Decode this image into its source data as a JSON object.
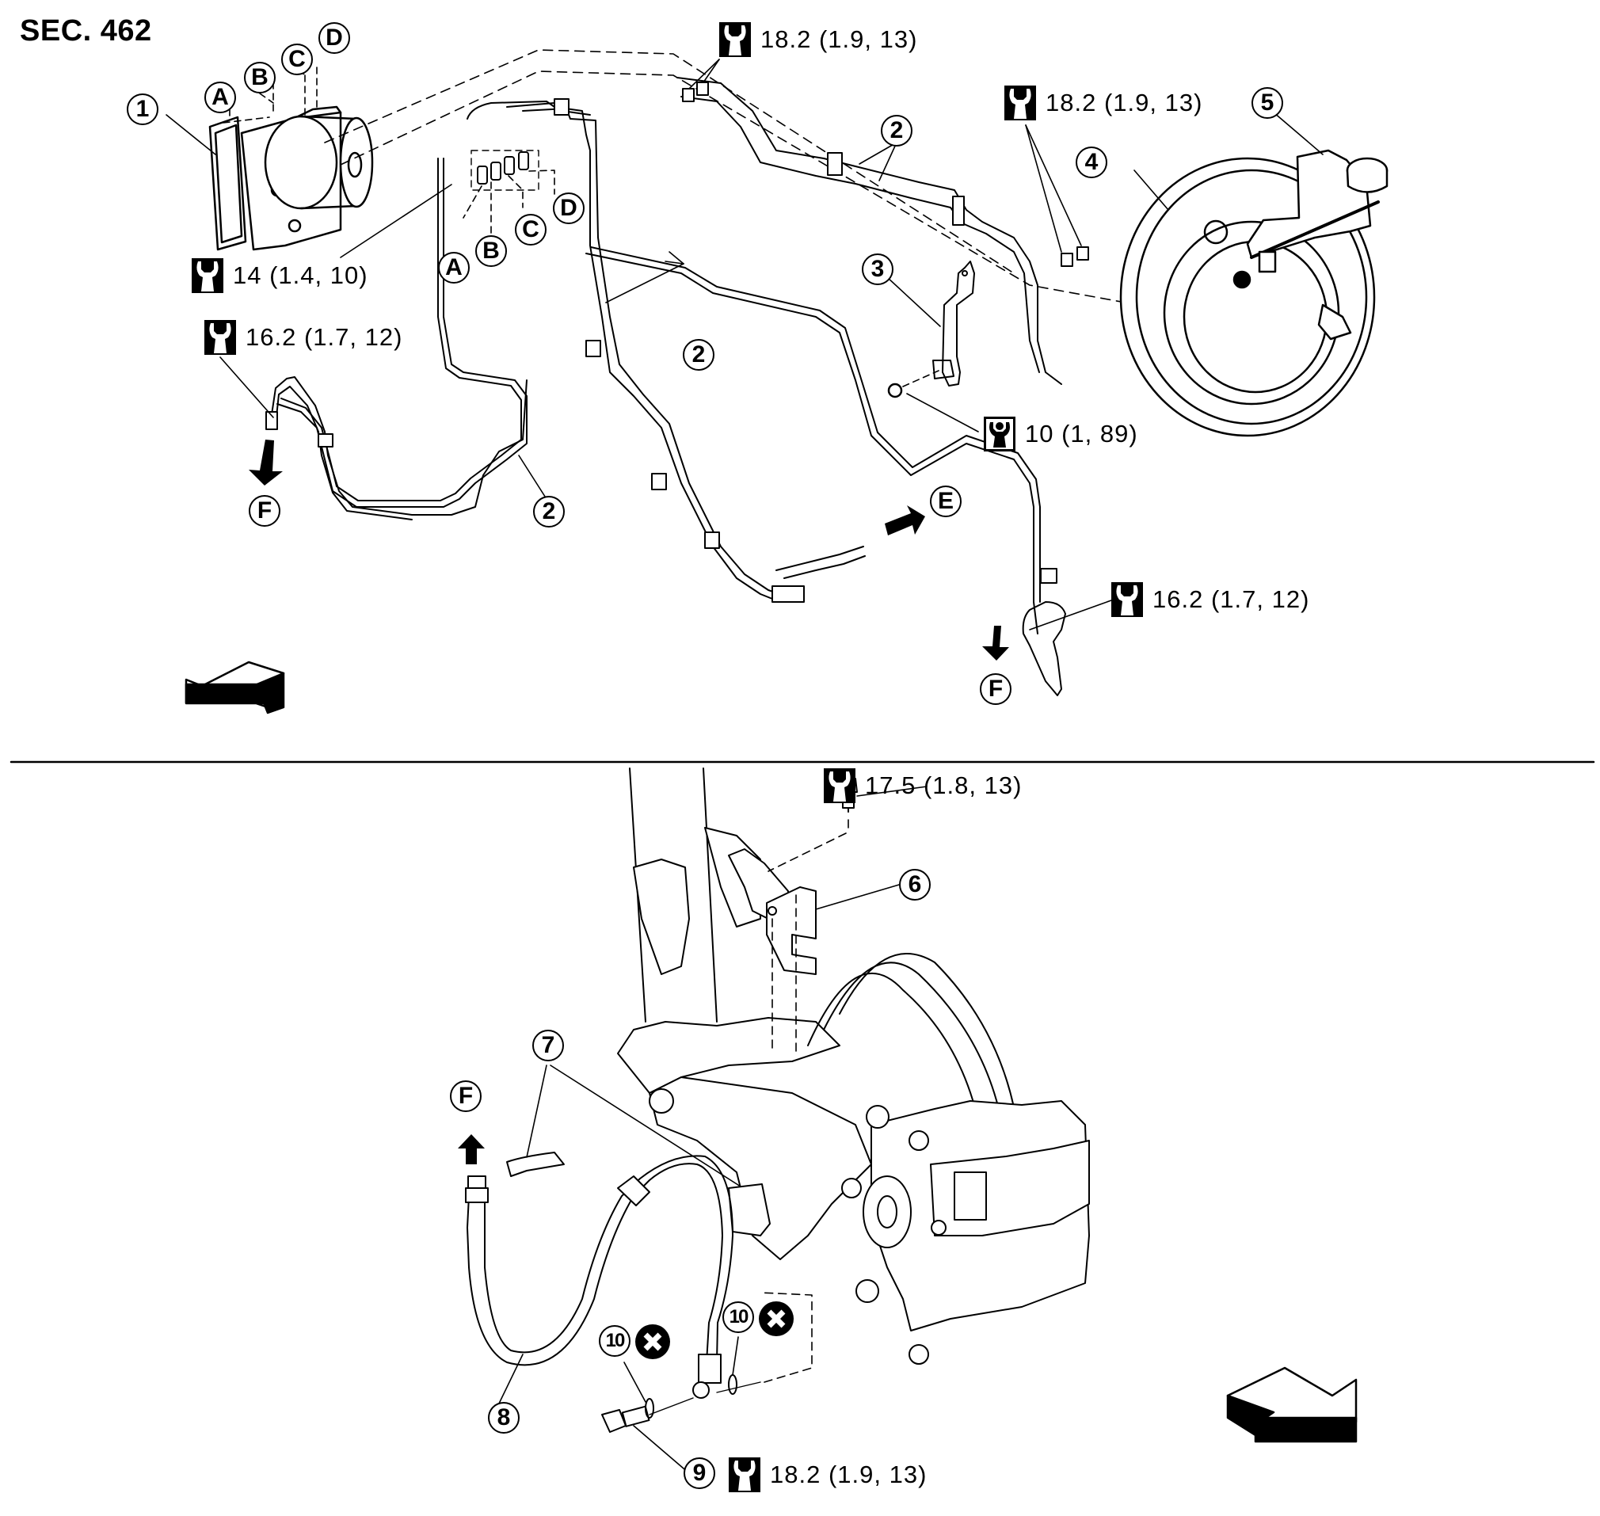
{
  "header": {
    "section": "SEC. 462"
  },
  "callouts": {
    "abs_actuator": "1",
    "brake_tube": "2",
    "bracket": "3",
    "brake_booster": "4",
    "master_cylinder": "5",
    "bracket_lower": "6",
    "lock_plate": "7",
    "brake_hose": "8",
    "union_bolt": "9",
    "copper_washer": "10"
  },
  "port_labels": {
    "a": "A",
    "b": "B",
    "c": "C",
    "d": "D",
    "e": "E",
    "f": "F"
  },
  "torques": [
    {
      "id": "t1",
      "value": "18.2 (1.9, 13)",
      "icon": "wrench-torque-icon"
    },
    {
      "id": "t2",
      "value": "18.2 (1.9, 13)",
      "icon": "wrench-torque-icon"
    },
    {
      "id": "t3",
      "value": "14 (1.4, 10)",
      "icon": "wrench-torque-icon"
    },
    {
      "id": "t4",
      "value": "16.2 (1.7, 12)",
      "icon": "wrench-torque-icon"
    },
    {
      "id": "t5",
      "value": "10 (1, 89)",
      "icon": "wrench-bolt-torque-icon"
    },
    {
      "id": "t6",
      "value": "16.2 (1.7, 12)",
      "icon": "wrench-torque-icon"
    },
    {
      "id": "t7",
      "value": "17.5 (1.8, 13)",
      "icon": "wrench-torque-icon"
    },
    {
      "id": "t8",
      "value": "18.2 (1.9, 13)",
      "icon": "wrench-torque-icon"
    }
  ],
  "symbols": {
    "do_not_reuse": "x-circle-icon",
    "front_arrow": "vehicle-front-arrow-icon"
  }
}
